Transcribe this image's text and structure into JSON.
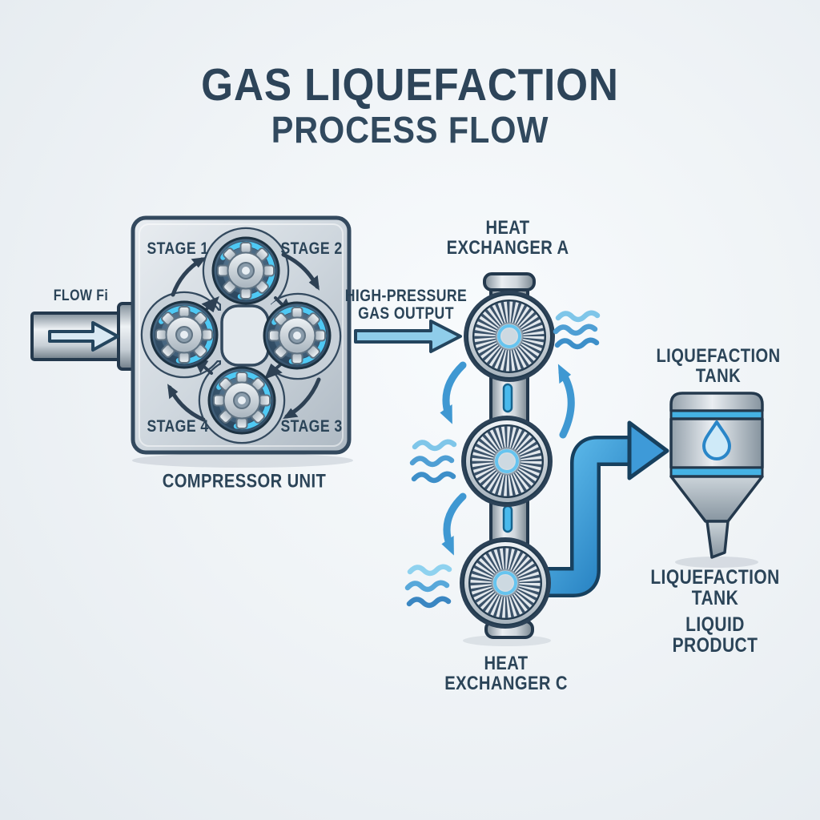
{
  "title": {
    "line1": "GAS LIQUEFACTION",
    "line2": "PROCESS FLOW"
  },
  "inlet": {
    "flow_label": "FLOW Fi"
  },
  "compressor": {
    "label": "COMPRESSOR UNIT",
    "stages": {
      "s1": "STAGE 1",
      "s2": "STAGE 2",
      "s3": "STAGE 3",
      "s4": "STAGE 4"
    }
  },
  "output": {
    "line1": "HIGH-PRESSURE",
    "line2": "GAS OUTPUT"
  },
  "exchangers": {
    "a": {
      "line1": "HEAT",
      "line2": "EXCHANGER A"
    },
    "c": {
      "line1": "HEAT",
      "line2": "EXCHANGER C"
    }
  },
  "tank": {
    "label_line1": "LIQUEFACTION",
    "label_line2": "TANK"
  },
  "product": {
    "line1": "LIQUEFACTION",
    "line2": "TANK",
    "line3": "LIQUID",
    "line4": "PRODUCT"
  },
  "icons": {
    "gear": "gear-icon",
    "fan": "heat-exchanger-fan-icon",
    "droplet": "droplet-icon",
    "flow_arrow": "flow-arrow-icon",
    "waves": "heat-wave-icon",
    "cycle_arrow": "cycle-arrow-icon"
  },
  "colors": {
    "text_navy": "#2b4458",
    "outline_navy": "#2e4154",
    "accent_cyan": "#4fc9f4",
    "arrow_blue": "#3f98d2",
    "pipe_blue": "#2f8fd0",
    "light_blue_arrow": "#8fcdea",
    "metal_light": "#e9edf1",
    "metal_dark": "#8a97a2",
    "background": "#eff3f6"
  }
}
